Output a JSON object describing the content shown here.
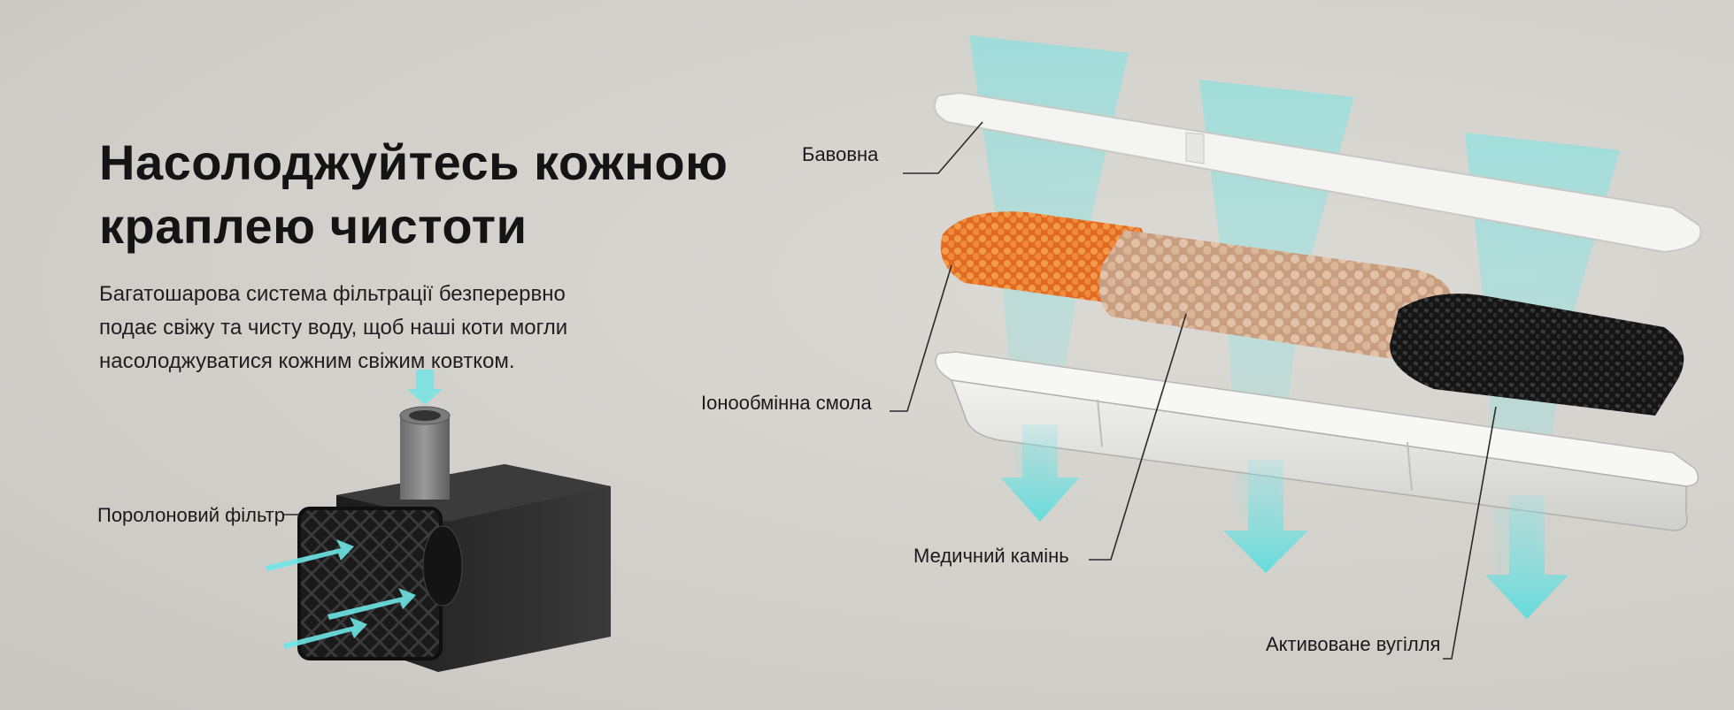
{
  "headline": {
    "line1": "Насолоджуйтесь кожною",
    "line2": "краплею чистоти"
  },
  "description": {
    "line1": "Багатошарова система фільтрації безперервно",
    "line2": "подає свіжу та чисту воду, щоб наші коти могли",
    "line3": "насолоджуватися кожним свіжим ковтком."
  },
  "labels": {
    "cotton": "Бавовна",
    "resin": "Іонообмінна смола",
    "medical_stone": "Медичний камінь",
    "activated_carbon": "Активоване вугілля",
    "foam_filter": "Поролоновий фільтр"
  },
  "colors": {
    "water_flow": "#6fe6e6",
    "resin": "#e8742a",
    "medical_stone": "#d9b396",
    "carbon": "#1e1e1e",
    "pump_body": "#2b2b2b"
  }
}
